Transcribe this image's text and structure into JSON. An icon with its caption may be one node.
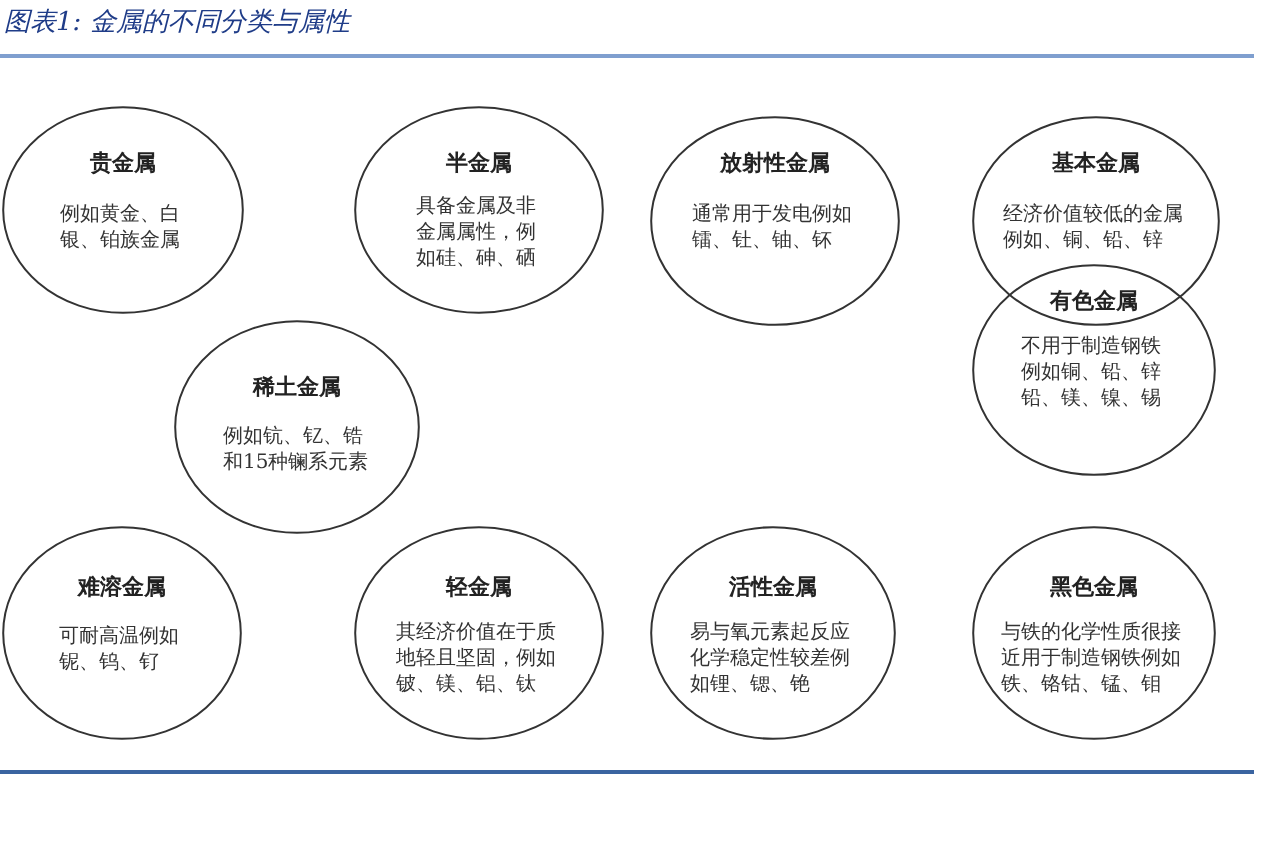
{
  "diagram": {
    "title": "图表1: 金属的不同分类与属性",
    "nodes": [
      {
        "text": [
          "贵金属",
          "例如黄金、白银、铂族金属"
        ]
      },
      {
        "text": [
          "半金属",
          "具备金属及非金属属性，例如硅、砷、硒"
        ]
      },
      {
        "text": [
          "放射性金属",
          "通常用于发电例如镭、钍、铀、钚"
        ]
      },
      {
        "text": [
          "基本金属",
          "经济价值较低的金属例如、铜、铅、锌"
        ]
      },
      {
        "text": [
          "有色金属",
          "不用于制造钢铁例如铜、铅、锌铅、镁、镍、锡"
        ]
      },
      {
        "text": [
          "稀土金属",
          "例如钪、钇、锆和15种镧系元素"
        ]
      },
      {
        "text": [
          "难溶金属",
          "可耐高温例如铌、钨、钌"
        ]
      },
      {
        "text": [
          "轻金属",
          "其经济价值在于质地轻且坚固，例如铍、镁、铝、钛"
        ]
      },
      {
        "text": [
          "活性金属",
          "易与氧元素起反应化学稳定性较差例如锂、锶、铯"
        ]
      },
      {
        "text": [
          "黑色金属",
          "与铁的化学性质很接近用于制造钢铁例如铁、铬钴、锰、钼"
        ]
      }
    ],
    "edges": []
  }
}
